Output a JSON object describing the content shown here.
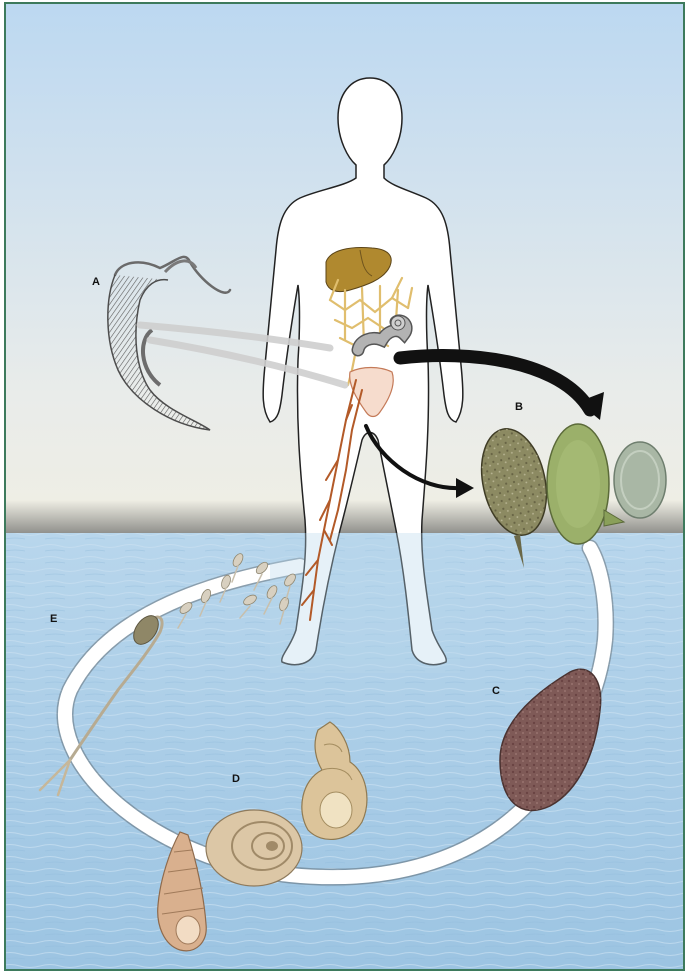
{
  "labels": {
    "a": "A",
    "b": "B",
    "c": "C",
    "d": "D",
    "e": "E"
  },
  "colors": {
    "frame": "#3d7a5c",
    "sky_top": "#bcd8f1",
    "sky_bottom": "#efeee6",
    "water": "#a9cbe5",
    "body_outline": "#222222",
    "liver": "#b0892f",
    "vessels": "#e0be6e",
    "veins": "#b35a28",
    "bladder": "#f6dccd",
    "intestine": "#a6a6a6",
    "worm": "#8d8d8d",
    "egg_dark": "#8c8a62",
    "egg_green": "#9bb06a",
    "egg_pale": "#a9b7a5",
    "sporocyst": "#7f5a57",
    "snail_shell": "#dcc49a",
    "cercaria": "#c6b79a",
    "cycle_ring": "#ffffff",
    "arrow": "#111111"
  },
  "icons": [
    "adult-worm-pair-icon",
    "human-body-icon",
    "egg-icon",
    "sporocyst-icon",
    "snail-icon",
    "cercaria-icon",
    "arrow-icon"
  ]
}
